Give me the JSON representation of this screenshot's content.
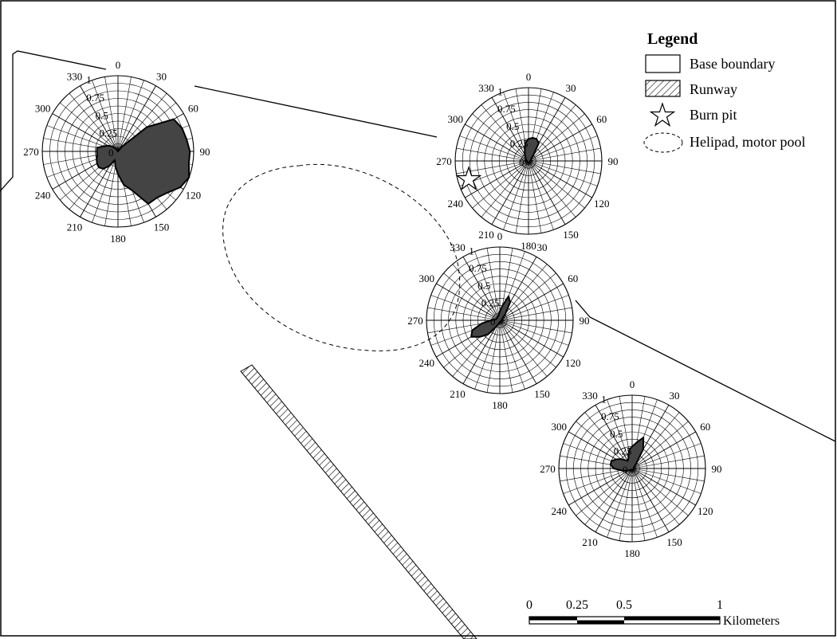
{
  "legend": {
    "title": "Legend",
    "items": [
      {
        "key": "base-boundary",
        "label": "Base boundary"
      },
      {
        "key": "runway",
        "label": "Runway"
      },
      {
        "key": "burn-pit",
        "label": "Burn pit"
      },
      {
        "key": "helipad",
        "label": "Helipad, motor pool"
      }
    ]
  },
  "scale_bar": {
    "ticks": [
      "0",
      "0.25",
      "0.5",
      "1"
    ],
    "unit": "Kilometers"
  },
  "rose_common": {
    "angle_labels": [
      "0",
      "30",
      "60",
      "90",
      "120",
      "150",
      "180",
      "210",
      "240",
      "270",
      "300",
      "330"
    ],
    "radius_labels": [
      "0.25",
      "0.5",
      "0.75",
      "1"
    ],
    "center_label": "0",
    "sectors": 36
  },
  "chart_data": [
    {
      "type": "radar",
      "name": "rose-top-left",
      "directions_deg": [
        0,
        10,
        20,
        30,
        40,
        50,
        60,
        70,
        80,
        90,
        100,
        110,
        120,
        130,
        140,
        150,
        160,
        170,
        180,
        190,
        200,
        210,
        220,
        230,
        240,
        250,
        260,
        270,
        280,
        290,
        300,
        310,
        320,
        330,
        340,
        350
      ],
      "values": [
        0,
        0,
        0,
        0,
        0.08,
        0.5,
        0.85,
        0.9,
        0.92,
        0.95,
        0.95,
        1.0,
        0.95,
        0.85,
        0.8,
        0.8,
        0.55,
        0.45,
        0.3,
        0.2,
        0.12,
        0.22,
        0.3,
        0.33,
        0.32,
        0.3,
        0.28,
        0.28,
        0.28,
        0.2,
        0.15,
        0.1,
        0.05,
        0,
        0,
        0
      ],
      "rmax": 1
    },
    {
      "type": "radar",
      "name": "rose-top-right",
      "directions_deg": [
        0,
        10,
        20,
        30,
        40,
        50,
        60,
        70,
        80,
        90,
        100,
        110,
        120,
        130,
        140,
        150,
        160,
        170,
        180,
        190,
        200,
        210,
        220,
        230,
        240,
        250,
        260,
        270,
        280,
        290,
        300,
        310,
        320,
        330,
        340,
        350
      ],
      "values": [
        0.3,
        0.32,
        0.32,
        0.28,
        0.1,
        0.05,
        0.04,
        0.03,
        0.03,
        0.02,
        0.02,
        0.02,
        0.02,
        0.02,
        0.02,
        0.02,
        0.02,
        0.02,
        0.02,
        0.02,
        0.02,
        0.02,
        0.02,
        0.02,
        0.02,
        0.02,
        0.02,
        0.02,
        0.03,
        0.03,
        0.04,
        0.05,
        0.06,
        0.1,
        0.15,
        0.25
      ],
      "rmax": 1
    },
    {
      "type": "radar",
      "name": "rose-center",
      "directions_deg": [
        0,
        10,
        20,
        30,
        40,
        50,
        60,
        70,
        80,
        90,
        100,
        110,
        120,
        130,
        140,
        150,
        160,
        170,
        180,
        190,
        200,
        210,
        220,
        230,
        240,
        250,
        260,
        270,
        280,
        290,
        300,
        310,
        320,
        330,
        340,
        350
      ],
      "values": [
        0.12,
        0.2,
        0.35,
        0.28,
        0.12,
        0.06,
        0.04,
        0.03,
        0.03,
        0.02,
        0.02,
        0.02,
        0.02,
        0.02,
        0.02,
        0.02,
        0.02,
        0.02,
        0.02,
        0.03,
        0.05,
        0.1,
        0.25,
        0.35,
        0.45,
        0.4,
        0.25,
        0.12,
        0.06,
        0.05,
        0.05,
        0.05,
        0.05,
        0.06,
        0.06,
        0.08
      ],
      "rmax": 1
    },
    {
      "type": "radar",
      "name": "rose-bottom-right",
      "directions_deg": [
        0,
        10,
        20,
        30,
        40,
        50,
        60,
        70,
        80,
        90,
        100,
        110,
        120,
        130,
        140,
        150,
        160,
        170,
        180,
        190,
        200,
        210,
        220,
        230,
        240,
        250,
        260,
        270,
        280,
        290,
        300,
        310,
        320,
        330,
        340,
        350
      ],
      "values": [
        0.3,
        0.36,
        0.45,
        0.3,
        0.08,
        0.04,
        0.03,
        0.02,
        0.02,
        0.02,
        0.02,
        0.02,
        0.02,
        0.02,
        0.02,
        0.02,
        0.02,
        0.02,
        0.02,
        0.02,
        0.02,
        0.02,
        0.02,
        0.03,
        0.05,
        0.1,
        0.15,
        0.25,
        0.3,
        0.3,
        0.25,
        0.2,
        0.15,
        0.12,
        0.15,
        0.25
      ],
      "rmax": 1
    }
  ]
}
